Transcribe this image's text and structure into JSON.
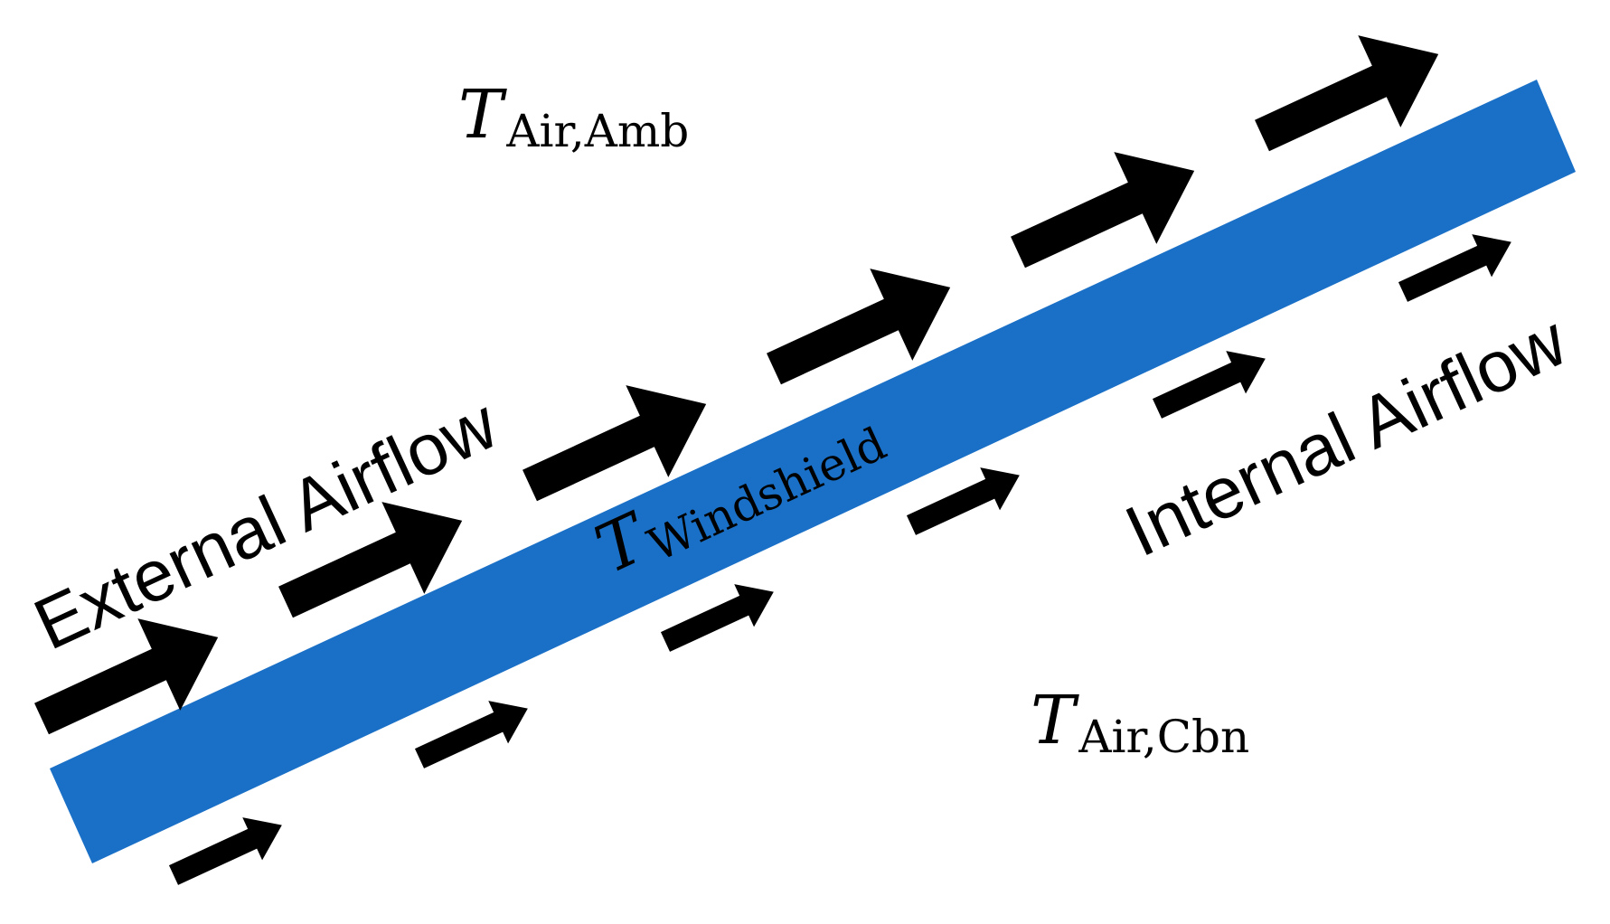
{
  "labels": {
    "ambient": {
      "symbol": "T",
      "subscript": "Air,Amb"
    },
    "windshield": {
      "symbol": "T",
      "subscript": "Windshield"
    },
    "cabin": {
      "symbol": "T",
      "subscript": "Air,Cbn"
    },
    "external_airflow": "External Airflow",
    "internal_airflow": "Internal Airflow"
  },
  "colors": {
    "windshield": "#1a70c6",
    "arrows": "#000000",
    "text": "#000000",
    "background": "#ffffff"
  },
  "arrows": {
    "external_count": 6,
    "internal_count": 6,
    "direction": "up-right",
    "icon": "arrow-right-icon"
  }
}
